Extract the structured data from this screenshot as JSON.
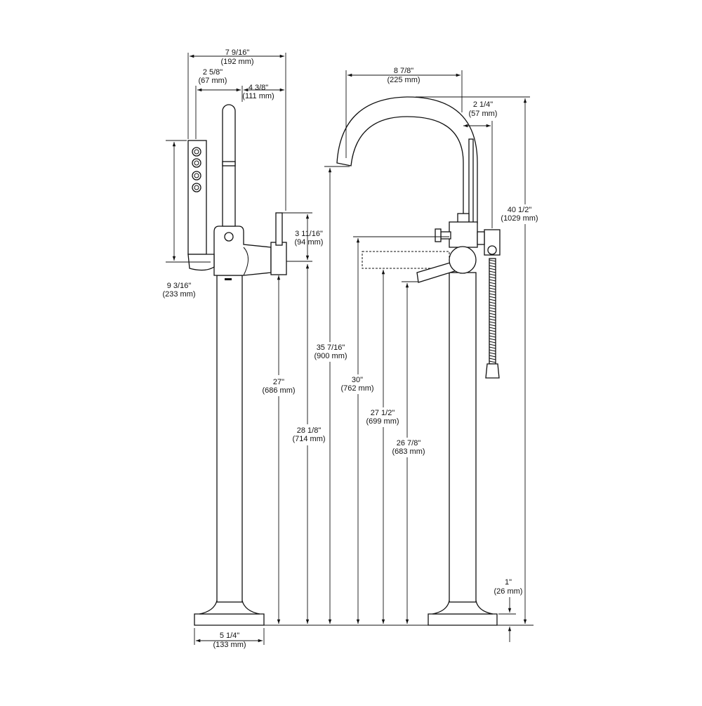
{
  "dimensions": {
    "overall_width_handheld": {
      "imperial": "7 9/16\"",
      "metric": "(192 mm)"
    },
    "handshower_offset": {
      "imperial": "2 5/8\"",
      "metric": "(67 mm)"
    },
    "handle_offset": {
      "imperial": "4 3/8\"",
      "metric": "(111 mm)"
    },
    "handshower_length": {
      "imperial": "9 3/16\"",
      "metric": "(233 mm)"
    },
    "handle_height": {
      "imperial": "3 11/16\"",
      "metric": "(94 mm)"
    },
    "height_27": {
      "imperial": "27\"",
      "metric": "(686 mm)"
    },
    "height_28_1_8": {
      "imperial": "28 1/8\"",
      "metric": "(714 mm)"
    },
    "base_diameter": {
      "imperial": "5 1/4\"",
      "metric": "(133 mm)"
    },
    "spout_reach": {
      "imperial": "8 7/8\"",
      "metric": "(225 mm)"
    },
    "hose_offset": {
      "imperial": "2 1/4\"",
      "metric": "(57 mm)"
    },
    "overall_height": {
      "imperial": "40 1/2\"",
      "metric": "(1029 mm)"
    },
    "spout_height": {
      "imperial": "35 7/16\"",
      "metric": "(900 mm)"
    },
    "height_30": {
      "imperial": "30\"",
      "metric": "(762 mm)"
    },
    "height_27_1_2": {
      "imperial": "27 1/2\"",
      "metric": "(699 mm)"
    },
    "height_26_7_8": {
      "imperial": "26 7/8\"",
      "metric": "(683 mm)"
    },
    "base_height": {
      "imperial": "1\"",
      "metric": "(26 mm)"
    }
  }
}
